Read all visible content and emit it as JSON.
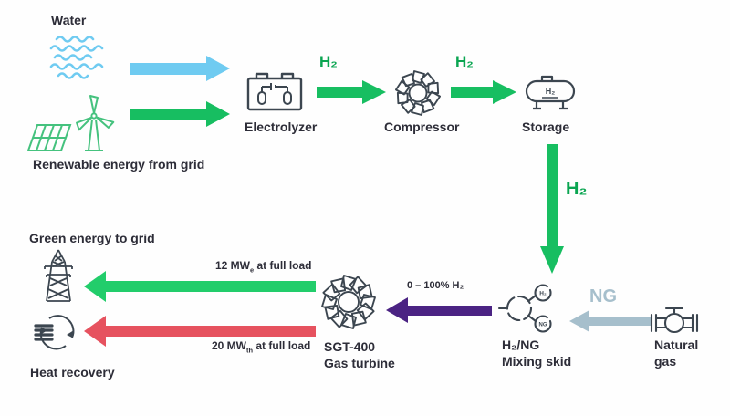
{
  "colors": {
    "light_blue": "#6fcbf1",
    "flow_green": "#17be61",
    "bright_green": "#22cd6b",
    "red": "#e6525f",
    "purple": "#4b2383",
    "gray_blue": "#a6bfcc",
    "h2_green": "#0aa551",
    "icon_stroke": "#3c4650",
    "icon_green": "#45c27e",
    "text": "#2d2d38"
  },
  "nodes": {
    "water": {
      "label": "Water"
    },
    "renewable": {
      "label": "Renewable energy from grid"
    },
    "electrolyzer": {
      "label": "Electrolyzer"
    },
    "compressor": {
      "label": "Compressor"
    },
    "storage": {
      "label": "Storage",
      "tank_text": "H₂"
    },
    "mixing_skid": {
      "label_line1": "H₂/NG",
      "label_line2": "Mixing skid",
      "port_top": "H₂",
      "port_bottom": "NG"
    },
    "natural_gas": {
      "label_line1": "Natural",
      "label_line2": "gas"
    },
    "gas_turbine": {
      "label_line1": "SGT-400",
      "label_line2": "Gas turbine"
    },
    "grid": {
      "label": "Green energy to grid"
    },
    "heat_recovery": {
      "label": "Heat recovery"
    }
  },
  "flows": {
    "electrolyzer_to_compressor": {
      "label": "H₂"
    },
    "compressor_to_storage": {
      "label": "H₂"
    },
    "storage_to_mixing": {
      "label": "H₂"
    },
    "ng_to_mixing": {
      "label": "NG"
    },
    "mixing_to_turbine": {
      "label": "0 – 100% H₂"
    },
    "turbine_to_grid": {
      "pre": "12 MW",
      "sub": "e",
      "post": " at full load"
    },
    "turbine_to_heat": {
      "pre": "20 MW",
      "sub": "th",
      "post": " at full load"
    }
  }
}
